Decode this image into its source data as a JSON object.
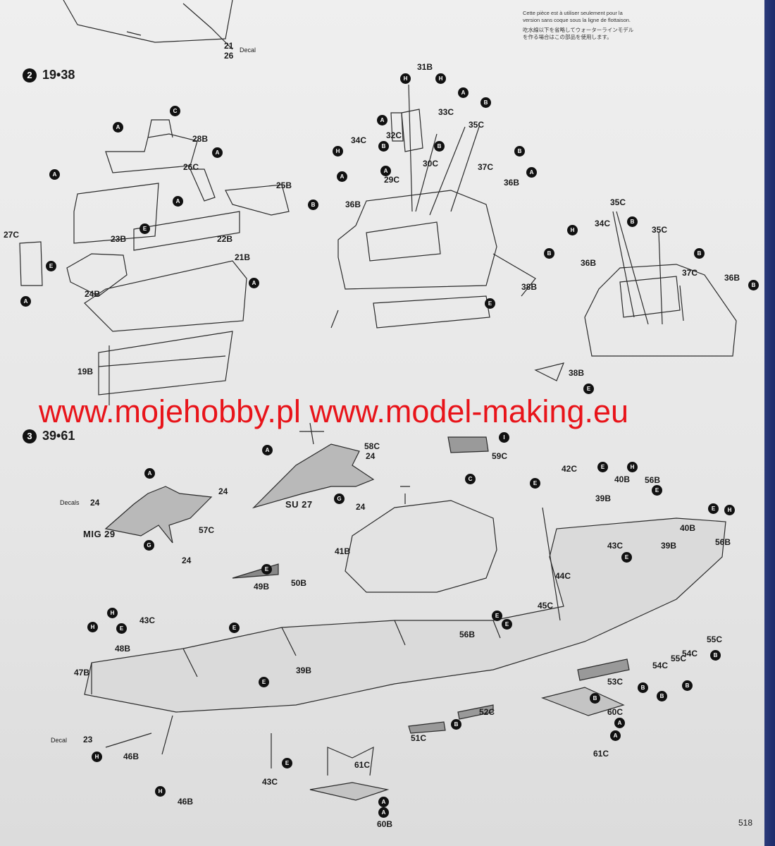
{
  "header_note": {
    "fr": [
      "Cette pièce est à utiliser seulement pour la",
      "version sans coque sous la ligne de flottaison."
    ],
    "jp": [
      "吃水線以下を省略してウォーターラインモデル",
      "を作る場合はこの部品を使用します。"
    ]
  },
  "top_labels": {
    "part_a": "21",
    "part_b": "26",
    "decal": "Decal"
  },
  "step2": {
    "number": "2",
    "range": "19•38"
  },
  "step3": {
    "number": "3",
    "range": "39•61"
  },
  "watermark": "www.mojehobby.pl www.model-making.eu",
  "aircraft": {
    "mig": "MIG 29",
    "su": "SU 27",
    "decals_label": "Decals",
    "decals_ref": "24"
  },
  "page_number": "518",
  "step2_labels": [
    "28B",
    "26C",
    "25B",
    "27C",
    "23B",
    "22B",
    "21B",
    "24B",
    "19B",
    "31B",
    "33C",
    "32C",
    "34C",
    "35C",
    "30C",
    "29C",
    "36B",
    "37C",
    "36B",
    "38B",
    "35C",
    "34C",
    "35C",
    "36B",
    "37C",
    "36B",
    "38B"
  ],
  "step3_labels": [
    "58C",
    "24",
    "59C",
    "42C",
    "40B",
    "56B",
    "39B",
    "24",
    "24",
    "57C",
    "24",
    "41B",
    "43C",
    "39B",
    "40B",
    "56B",
    "50B",
    "49B",
    "44C",
    "45C",
    "43C",
    "48B",
    "47B",
    "39B",
    "56B",
    "55C",
    "54C",
    "54C",
    "55C",
    "53C",
    "52C",
    "51C",
    "60C",
    "61C",
    "23",
    "46B",
    "43C",
    "46B",
    "61C",
    "60B"
  ],
  "step3_decal": "Decal",
  "bubble_letters": [
    "A",
    "B",
    "C",
    "E",
    "G",
    "H",
    "I"
  ]
}
